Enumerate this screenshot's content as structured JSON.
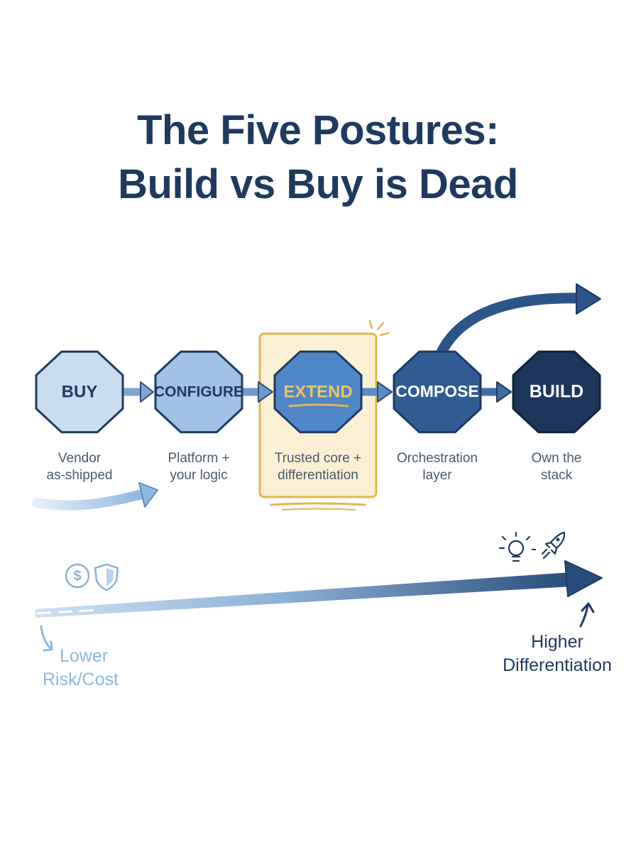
{
  "title": {
    "line1": "The Five Postures:",
    "line2": "Build vs Buy is Dead"
  },
  "postures": [
    {
      "label": "BUY",
      "desc_line1": "Vendor",
      "desc_line2": "as-shipped",
      "fill": "#c9ddf1",
      "text_color": "#1f3a5f"
    },
    {
      "label": "CONFIGURE",
      "desc_line1": "Platform +",
      "desc_line2": "your logic",
      "fill": "#9fc2e6",
      "text_color": "#1f3a5f"
    },
    {
      "label": "EXTEND",
      "desc_line1": "Trusted core +",
      "desc_line2": "differentiation",
      "fill": "#4f86c6",
      "text_color": "#e8c766",
      "highlighted": true
    },
    {
      "label": "COMPOSE",
      "desc_line1": "Orchestration",
      "desc_line2": "layer",
      "fill": "#2f5d93",
      "text_color": "#ffffff"
    },
    {
      "label": "BUILD",
      "desc_line1": "Own the",
      "desc_line2": "stack",
      "fill": "#1d365c",
      "text_color": "#ffffff"
    }
  ],
  "axis": {
    "left_label_line1": "Lower",
    "left_label_line2": "Risk/Cost",
    "right_label_line1": "Higher",
    "right_label_line2": "Differentiation",
    "left_icons": [
      "dollar-coin-icon",
      "shield-icon"
    ],
    "right_icons": [
      "lightbulb-icon",
      "rocket-icon"
    ]
  },
  "colors": {
    "dark_navy": "#1f3a5f",
    "light_blue": "#8fb7df",
    "highlight_gold": "#e3b64f",
    "highlight_fill": "#fbf0d4"
  }
}
